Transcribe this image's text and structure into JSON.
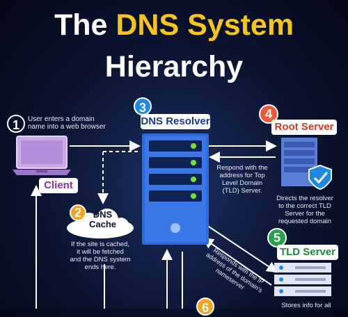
{
  "title": {
    "line1_plain": "The",
    "line1_highlight": "DNS System",
    "line2": "Hierarchy"
  },
  "steps": {
    "s1": {
      "number": "1",
      "text_line1": "User enters a domain",
      "text_line2": "name into a web browser",
      "color": "#9b2bb6"
    },
    "s2": {
      "number": "2",
      "label_line1": "DNS",
      "label_line2": "Cache",
      "text_lines": [
        "If the site is cached,",
        "it will be fetched",
        "and the DNS system",
        "ends here."
      ],
      "color": "#f5a31a"
    },
    "s3": {
      "number": "3",
      "label": "DNS Resolver",
      "color": "#1e88e5"
    },
    "s4": {
      "number": "4",
      "label": "Root Server",
      "text_lines": [
        "Directs the resolver",
        "to the correct TLD",
        "Server for the",
        "requested domain"
      ],
      "color": "#f05a3a"
    },
    "s5": {
      "number": "5",
      "label": "TLD Server",
      "text_lines": [
        "Stores info for all"
      ],
      "color": "#22a447"
    },
    "s6": {
      "number": "6",
      "color": "#f5a31a"
    }
  },
  "client": {
    "label": "Client"
  },
  "arrows": {
    "root_response": [
      "Respond with the",
      "address for Top",
      "Level Domain",
      "(TLD) Server."
    ],
    "tld_response": "Responds with the IP address of the domain's nameserver"
  },
  "colors": {
    "accent": "#f5c518",
    "resolver_blue": "#2f6bdc",
    "server_green": "#7ee03a"
  }
}
